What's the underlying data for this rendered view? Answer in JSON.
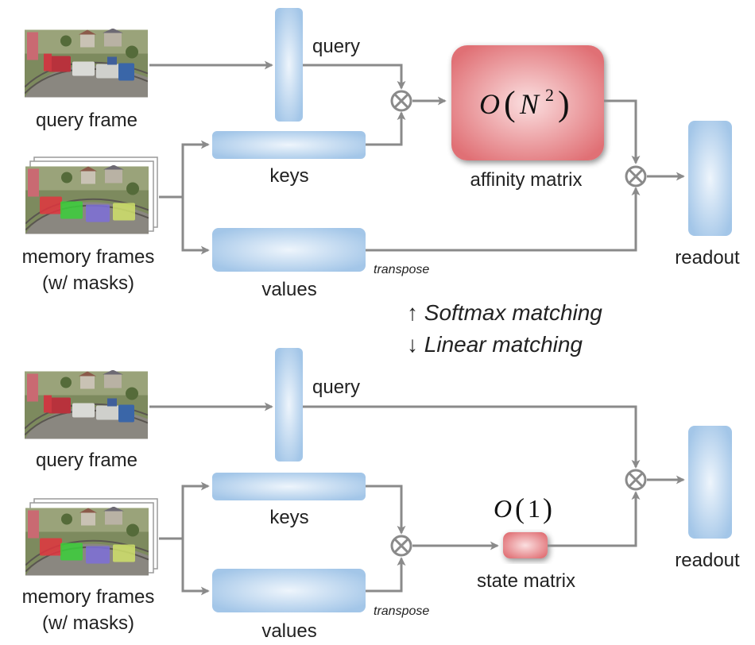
{
  "top": {
    "query_frame_label": "query frame",
    "memory_frames_label": "memory frames",
    "memory_frames_sub": "(w/ masks)",
    "query_label": "query",
    "keys_label": "keys",
    "values_label": "values",
    "transpose_label": "transpose",
    "affinity_label": "affinity matrix",
    "complexity": {
      "prefix": "O",
      "open": "(",
      "var": "N",
      "exp": "2",
      "close": ")"
    },
    "readout_label": "readout"
  },
  "middle": {
    "softmax_label": "↑ Softmax matching",
    "linear_label": "↓ Linear matching"
  },
  "bottom": {
    "query_frame_label": "query frame",
    "memory_frames_label": "memory frames",
    "memory_frames_sub": "(w/ masks)",
    "query_label": "query",
    "keys_label": "keys",
    "values_label": "values",
    "transpose_label": "transpose",
    "state_label": "state matrix",
    "complexity": {
      "prefix": "O",
      "open": "(",
      "value": "1",
      "close": ")"
    },
    "readout_label": "readout"
  },
  "colors": {
    "arrow": "#8a8a8a",
    "blue_box": "#a9cbea",
    "red_box": "#e9898c",
    "text": "#222222"
  },
  "icons": [
    "multiply-circle-icon",
    "arrow-icon",
    "train-photo"
  ]
}
